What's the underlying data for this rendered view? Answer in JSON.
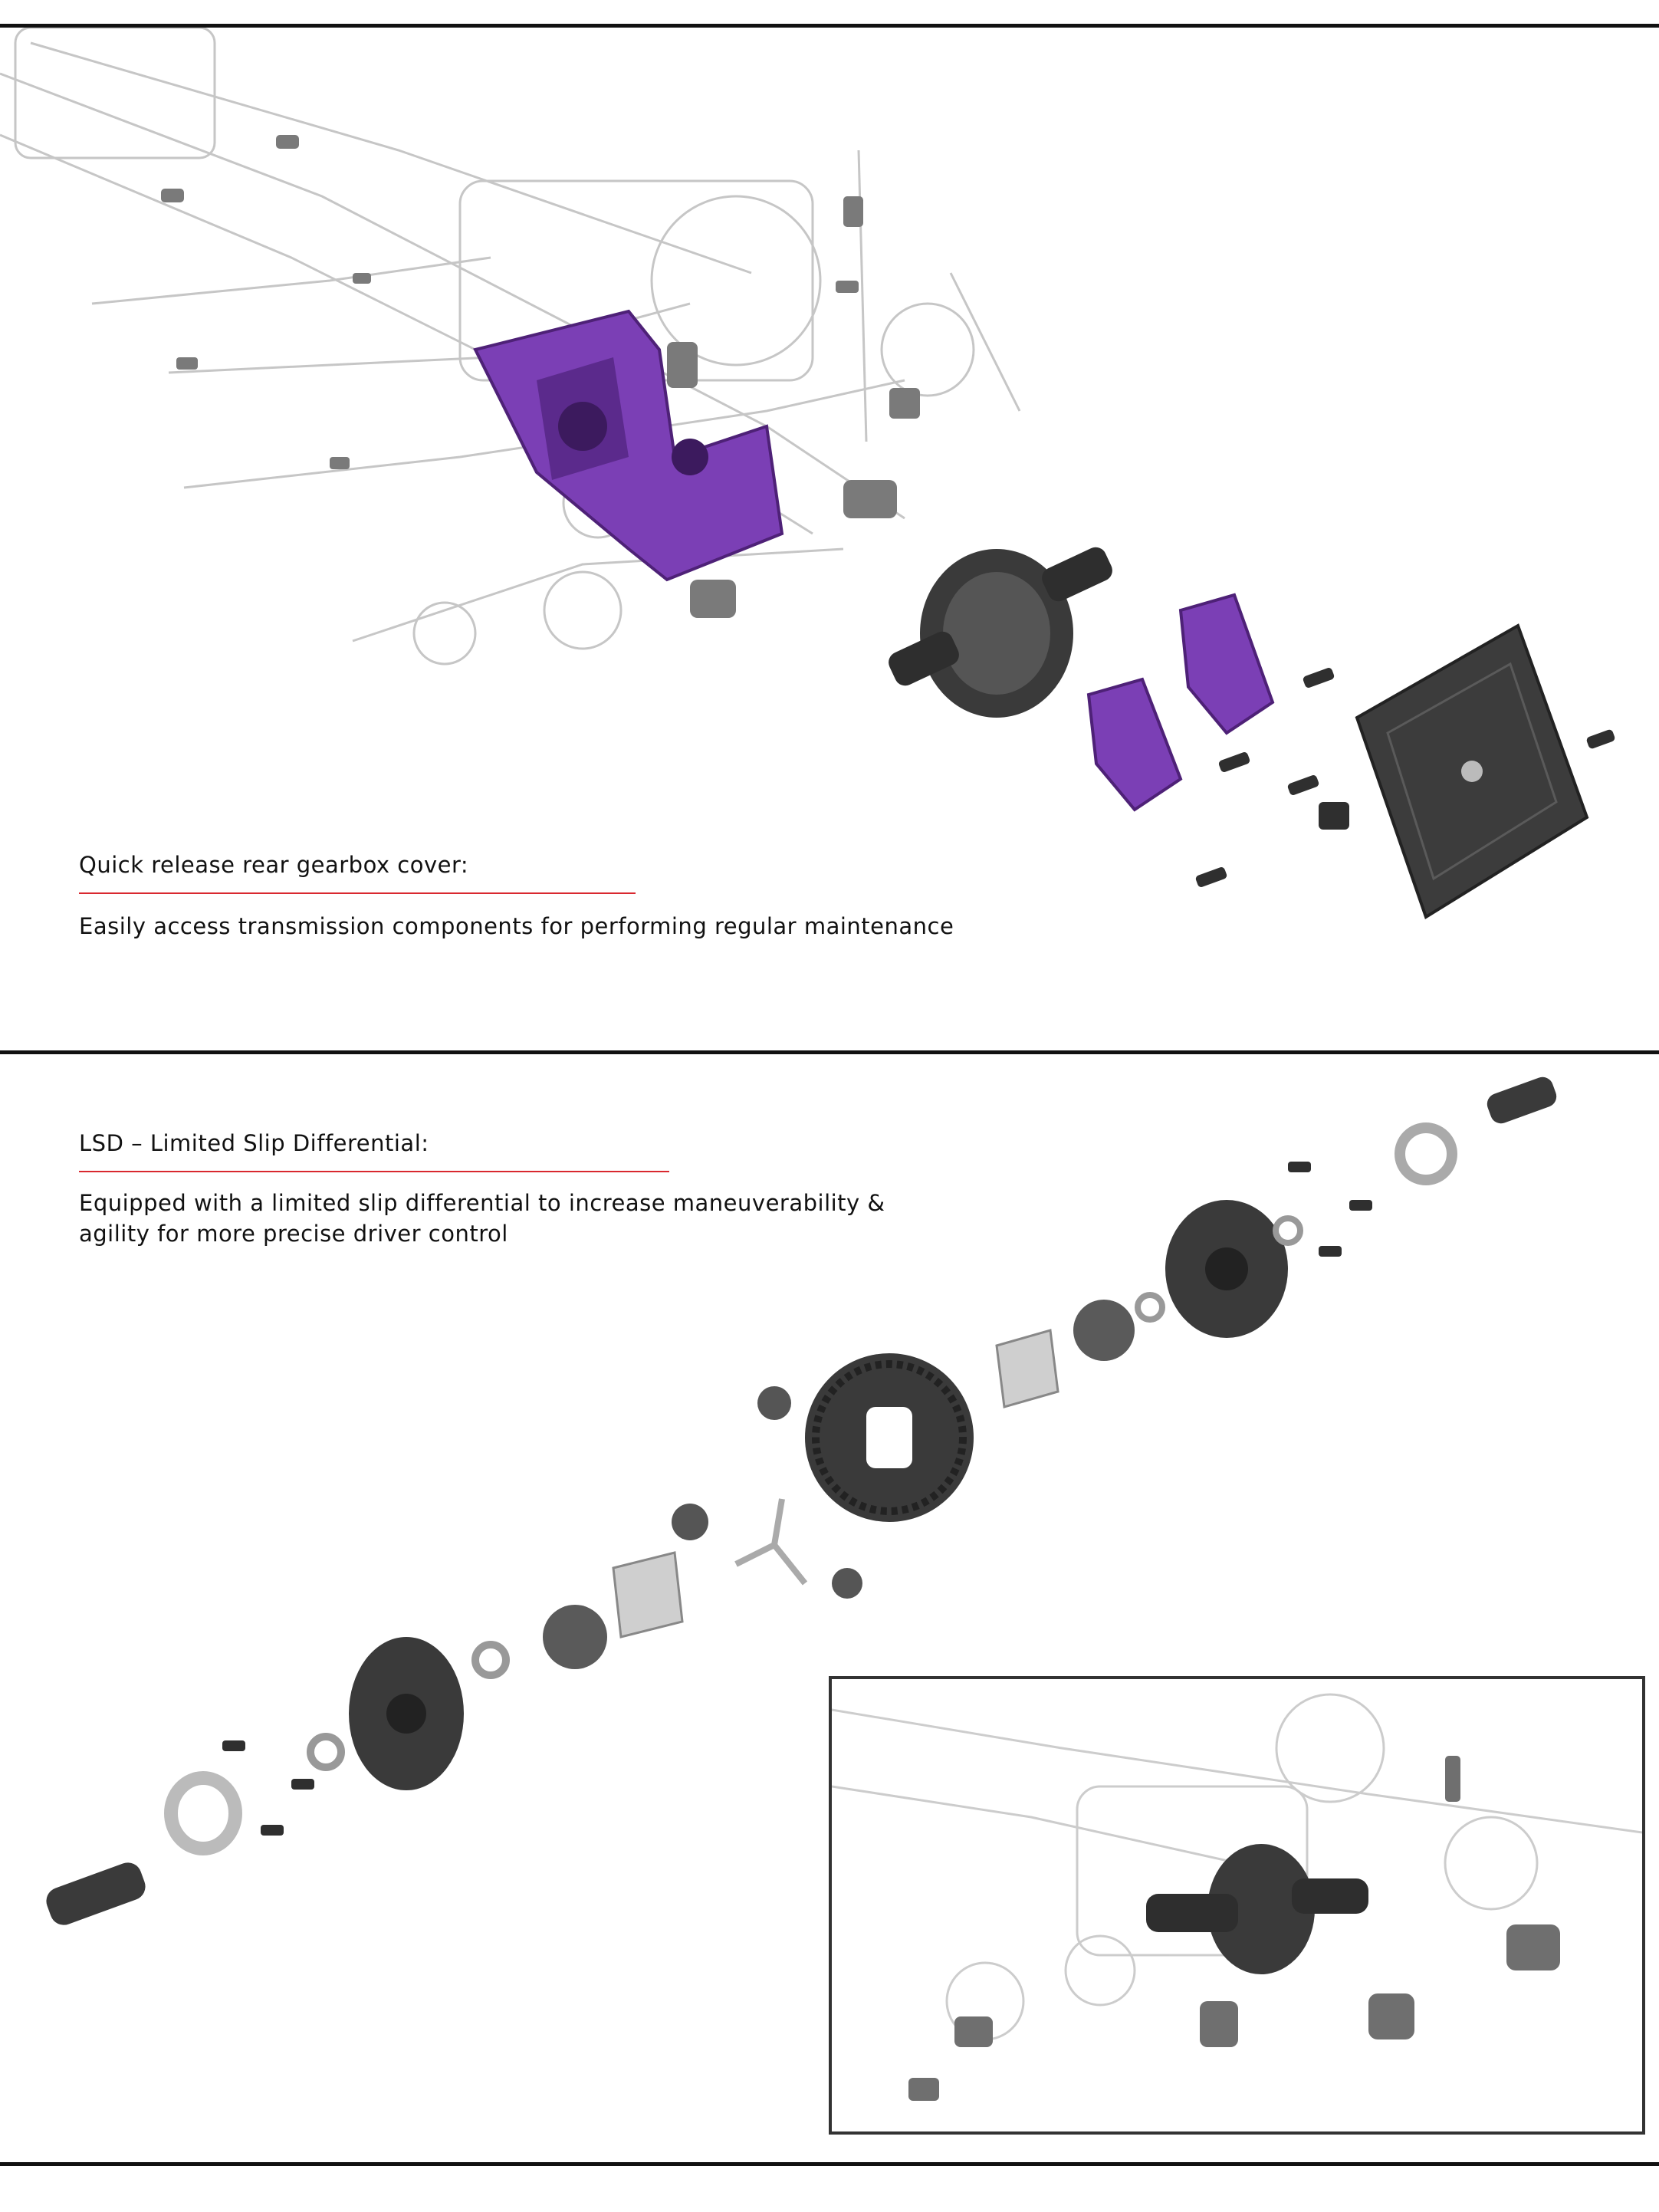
{
  "palette": {
    "accent_line": "#d9282f",
    "rule": "#111111",
    "purple": "#7b3fb5",
    "purple_dark": "#4e2177",
    "dark_part": "#3a3a3a",
    "chassis_ghost": "#b9b9b9"
  },
  "section1": {
    "title": "Quick release rear gearbox cover:",
    "description": "Easily access transmission components for performing regular maintenance",
    "illustration": "exploded-rear-gearbox-render",
    "icons": [
      "transparent-chassis",
      "purple-gearbox-housing",
      "differential-unit",
      "purple-gearbox-cover",
      "carbon-fiber-plate",
      "hex-screws"
    ]
  },
  "section2": {
    "title": "LSD – Limited Slip Differential:",
    "description_lines": [
      "Equipped with a limited slip differential to increase maneuverability &",
      "agility for more precise driver control"
    ],
    "illustration": "exploded-differential-render",
    "inset": "assembled-rear-end-render"
  }
}
